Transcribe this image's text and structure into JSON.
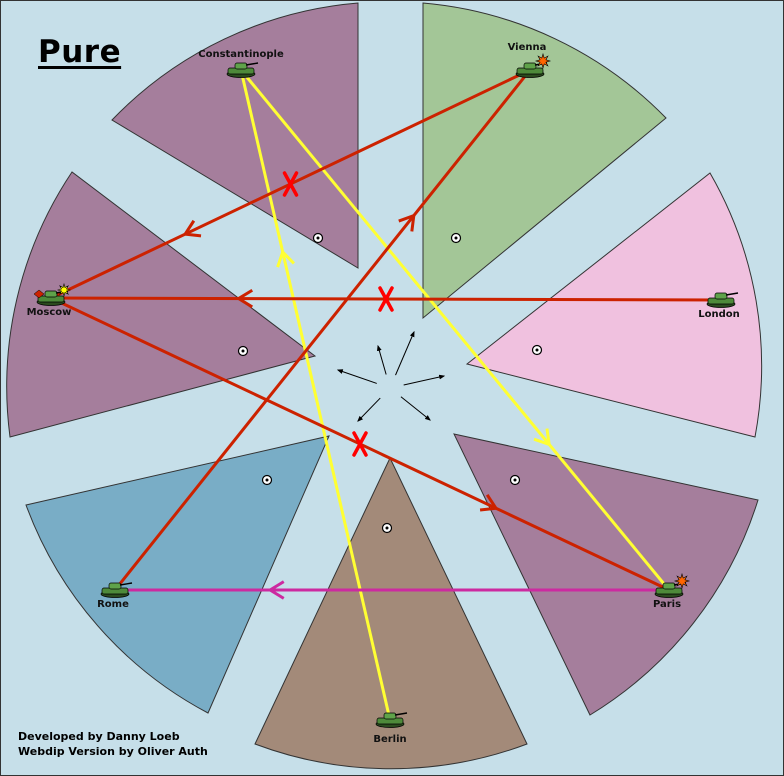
{
  "map": {
    "title": "Pure",
    "colors": {
      "background": "#c6dfe9",
      "border": "#333333",
      "move_red": "#cc2200",
      "move_yellow": "#ffff33",
      "move_magenta": "#cc2aa0",
      "failed_mark": "#ff0000",
      "dislodged_star": "#ff6600",
      "moscow_star": "#ffff00"
    },
    "territories": [
      {
        "name": "Constantinople",
        "color": "#a57e9c",
        "has_unit": true,
        "unit_status": "normal",
        "supply_center": true
      },
      {
        "name": "Vienna",
        "color": "#a3c697",
        "has_unit": true,
        "unit_status": "dislodged",
        "supply_center": true
      },
      {
        "name": "London",
        "color": "#f0c1df",
        "has_unit": true,
        "unit_status": "normal",
        "supply_center": true
      },
      {
        "name": "Paris",
        "color": "#a57e9c",
        "has_unit": true,
        "unit_status": "dislodged",
        "supply_center": true
      },
      {
        "name": "Berlin",
        "color": "#a38a79",
        "has_unit": true,
        "unit_status": "normal",
        "supply_center": true
      },
      {
        "name": "Rome",
        "color": "#79adc6",
        "has_unit": true,
        "unit_status": "normal",
        "supply_center": true
      },
      {
        "name": "Moscow",
        "color": "#a57e9c",
        "has_unit": true,
        "unit_status": "retreat-target",
        "supply_center": true
      }
    ],
    "orders": [
      {
        "from": "Constantinople",
        "to": "Paris",
        "color": "move_yellow",
        "failed": false
      },
      {
        "from": "Berlin",
        "to": "Constantinople",
        "color": "move_yellow",
        "failed": false
      },
      {
        "from": "Vienna",
        "to": "Moscow",
        "color": "move_red",
        "failed": true
      },
      {
        "from": "London",
        "to": "Moscow",
        "color": "move_red",
        "failed": true
      },
      {
        "from": "Rome",
        "to": "Vienna",
        "color": "move_red",
        "failed": false
      },
      {
        "from": "Moscow",
        "to": "Paris",
        "color": "move_red",
        "failed": true
      },
      {
        "from": "Paris",
        "to": "Rome",
        "color": "move_magenta",
        "failed": false
      }
    ],
    "credits": [
      "Developed by Danny Loeb",
      "Webdip Version by Oliver Auth"
    ]
  }
}
